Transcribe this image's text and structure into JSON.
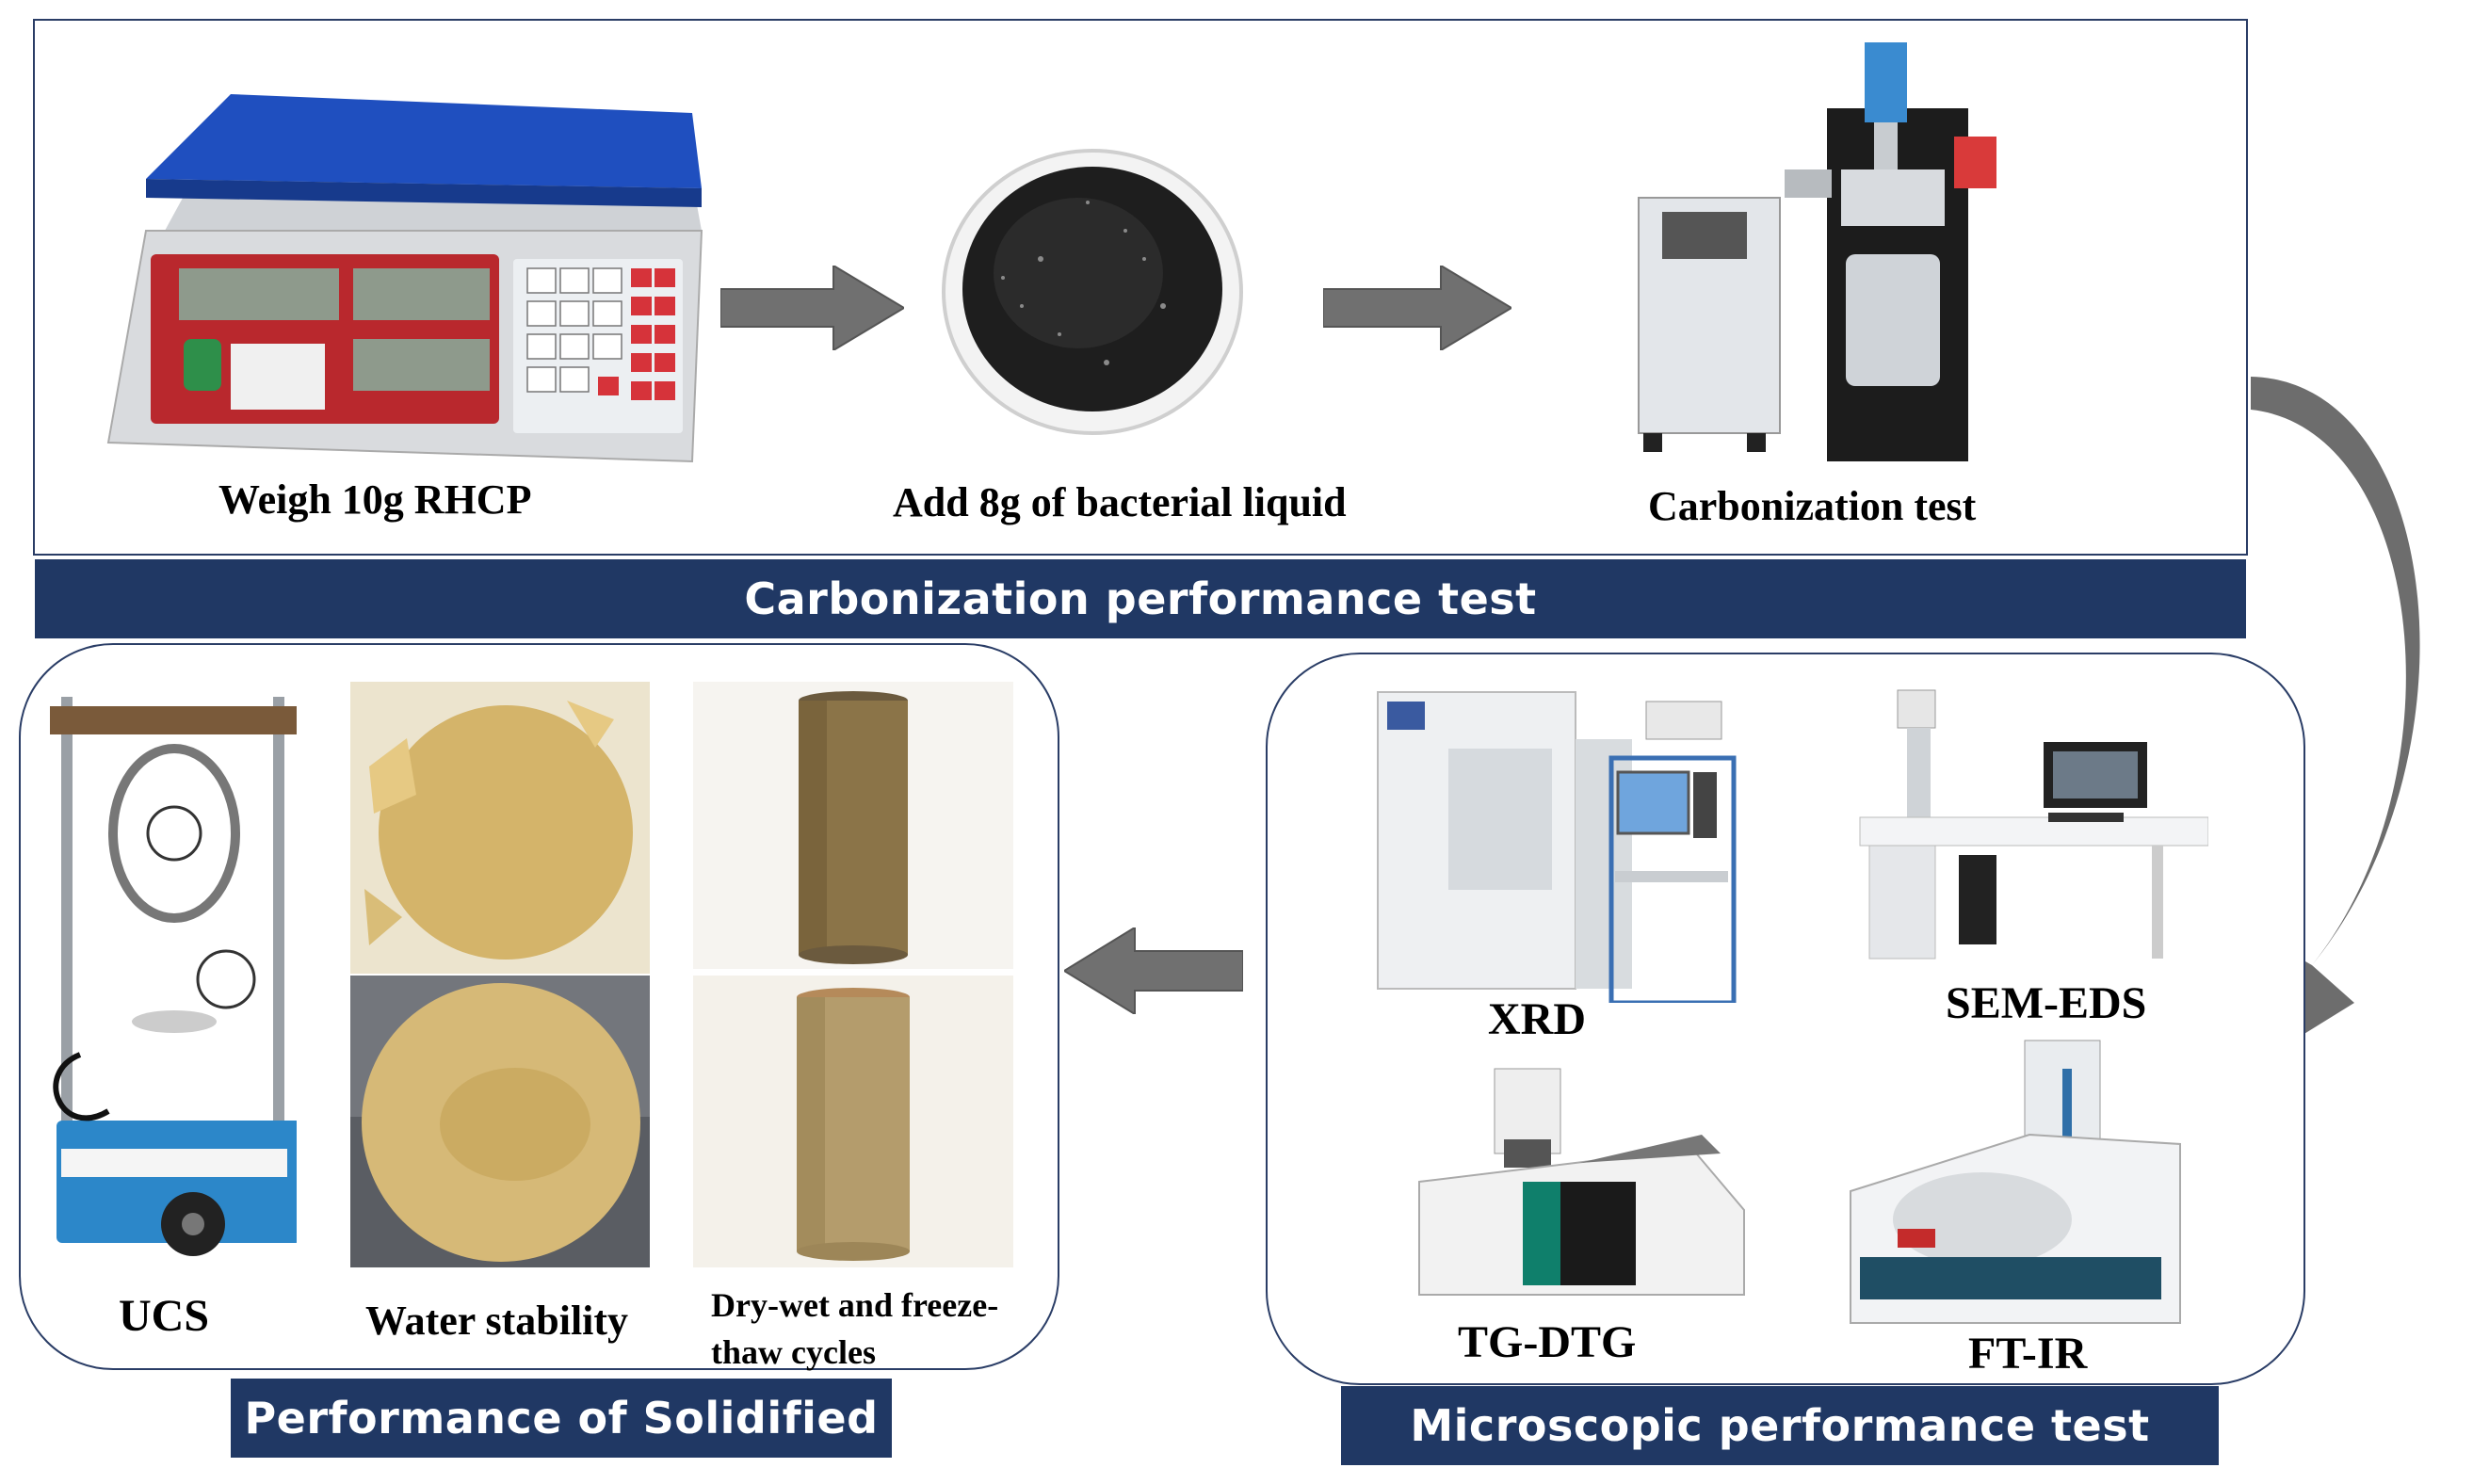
{
  "top_section": {
    "title": "Carbonization performance test",
    "steps": [
      {
        "label": "Weigh 10g RHCP",
        "icon": "electronic-scale-icon"
      },
      {
        "label": "Add 8g of bacterial liquid",
        "icon": "petri-dish-icon"
      },
      {
        "label": "Carbonization test",
        "icon": "carbonization-reactor-icon"
      }
    ]
  },
  "left_section": {
    "title": "Performance of Solidified",
    "items": [
      {
        "label": "UCS",
        "icon": "ucs-tester-icon"
      },
      {
        "label": "Water stability",
        "icon": "water-stability-sample-icon"
      },
      {
        "label_line1": "Dry-wet and freeze-",
        "label_line2": "thaw cycles",
        "icon": "cylinder-sample-icon"
      }
    ]
  },
  "right_section": {
    "title": "Microscopic performance test",
    "items": [
      {
        "label": "XRD",
        "icon": "xrd-instrument-icon"
      },
      {
        "label": "SEM-EDS",
        "icon": "sem-instrument-icon"
      },
      {
        "label": "TG-DTG",
        "icon": "tga-instrument-icon"
      },
      {
        "label": "FT-IR",
        "icon": "ftir-instrument-icon"
      }
    ]
  },
  "colors": {
    "banner": "#203864",
    "arrow": "#6d6d6d",
    "scale_blue": "#1f4fbf",
    "soil": "#d8b872"
  }
}
